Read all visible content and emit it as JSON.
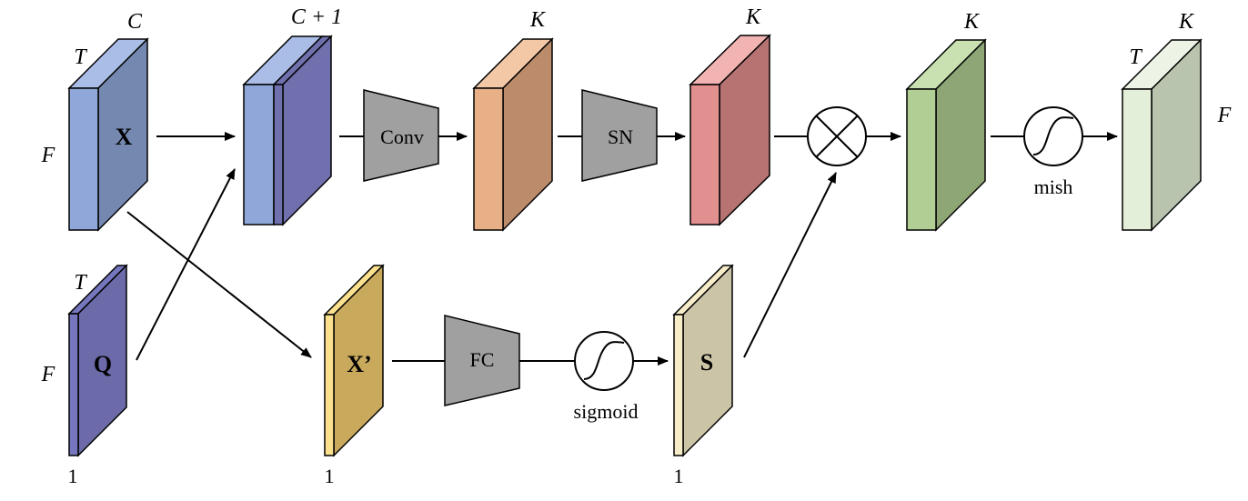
{
  "colors": {
    "input_front": "#8fa8d9",
    "input_side": "#7589b0",
    "input_top": "#aabde6",
    "concat_side": "#6f70ad",
    "q_front": "#7576bd",
    "q_side": "#6c6aa8",
    "orange_front": "#e8b087",
    "orange_side": "#bb8b6b",
    "orange_top": "#f3c8a6",
    "red_front": "#e28f90",
    "red_side": "#b77272",
    "red_top": "#f2b3b3",
    "green_front": "#b1cf94",
    "green_side": "#8ea676",
    "green_top": "#c9e0b1",
    "lightgreen_front": "#e4efda",
    "lightgreen_side": "#b9c4ae",
    "lightgreen_top": "#edf4e6",
    "yellow_front": "#fbe18d",
    "yellow_side": "#c9aa5d",
    "tan_front": "#f7ecc8",
    "tan_side": "#cbc4a6",
    "gray_block": "#a0a0a0"
  },
  "labels": {
    "x_channels": "C",
    "x_time": "T",
    "x_freq": "F",
    "x_name": "X",
    "concat_channels": "C + 1",
    "conv_out_channels": "K",
    "sn_out_channels": "K",
    "mul_out_channels": "K",
    "out_channels": "K",
    "out_time": "T",
    "out_freq": "F",
    "q_time": "T",
    "q_freq": "F",
    "q_name": "Q",
    "q_width": "1",
    "xprime_name": "X’",
    "xprime_width": "1",
    "s_name": "S",
    "s_width": "1"
  },
  "ops": {
    "conv": "Conv",
    "sn": "SN",
    "fc": "FC",
    "sigmoid": "sigmoid",
    "mish": "mish"
  },
  "icons": {
    "multiply": "circle-times-icon",
    "activation": "sigmoid-curve-icon"
  }
}
